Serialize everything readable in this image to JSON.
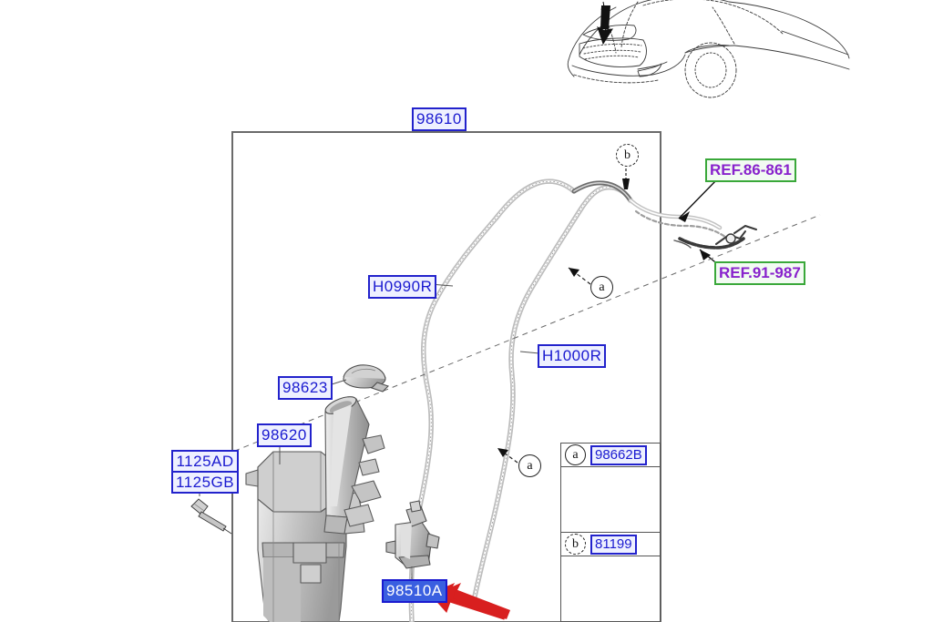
{
  "diagram": {
    "title": "98610",
    "frame_label": "98610",
    "colors": {
      "label_text": "#1a1ad0",
      "label_border": "#2222cc",
      "label_fill": "#eef0ff",
      "selected_fill": "#3a5fe0",
      "ref_text": "#8822cc",
      "ref_border": "#3aa83a",
      "arrow": "#d81f1f",
      "frame": "#555555",
      "part_shading": "#b8b8b8"
    },
    "callouts": [
      {
        "id": "frame-number",
        "text": "98610"
      },
      {
        "id": "hose-upper",
        "text": "H0990R"
      },
      {
        "id": "hose-lower",
        "text": "H1000R"
      },
      {
        "id": "reservoir-cap",
        "text": "98623"
      },
      {
        "id": "reservoir-tank",
        "text": "98620"
      },
      {
        "id": "washer-pump",
        "text": "98510A",
        "selected": true
      },
      {
        "id": "bolt-upper",
        "text": "1125AD"
      },
      {
        "id": "bolt-lower",
        "text": "1125GB"
      }
    ],
    "references": [
      {
        "id": "ref-86-861",
        "text": "REF.86-861"
      },
      {
        "id": "ref-91-987",
        "text": "REF.91-987"
      }
    ],
    "markers": [
      {
        "id": "marker-b-top",
        "text": "b",
        "style": "dashed"
      },
      {
        "id": "marker-a-right",
        "text": "a",
        "style": "solid"
      },
      {
        "id": "marker-a-left",
        "text": "a",
        "style": "solid"
      }
    ],
    "legend": {
      "rows": [
        {
          "marker": "a",
          "marker_style": "solid",
          "part": "98662B",
          "figure": "hose-clip-a"
        },
        {
          "marker": "b",
          "marker_style": "dashed",
          "part": "81199",
          "figure": "hose-clip-b"
        }
      ]
    },
    "vehicle_thumbnail": {
      "name": "front-three-quarter-line-drawing",
      "indicator": "black-arrow-engine-bay"
    }
  }
}
